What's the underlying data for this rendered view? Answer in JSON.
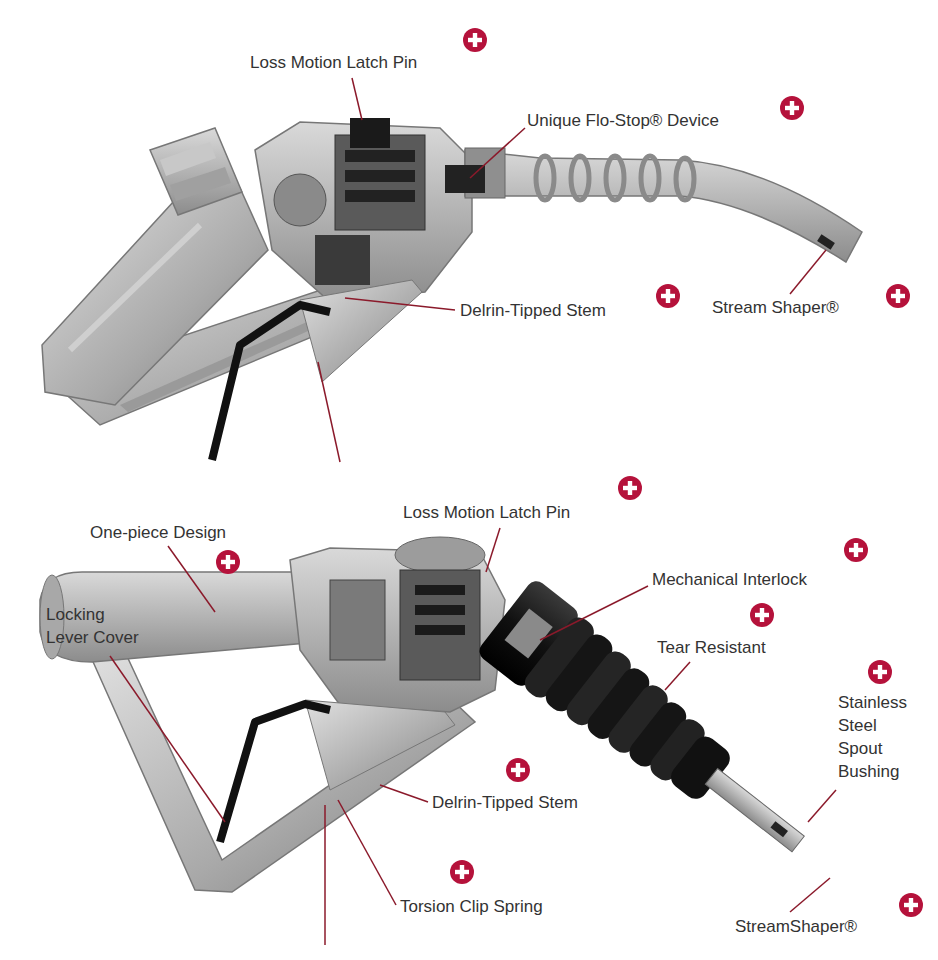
{
  "diagram": {
    "labels": [
      "Loss Motion Latch Pin",
      "Unique Flo-Stop® Device",
      "Delrin-Tipped Stem",
      "Stream Shaper®",
      "Loss Motion Latch Pin",
      "One-piece Design",
      "Mechanical Interlock",
      "Locking Lever Cover",
      "Tear Resistant",
      "Stainless Steel Spout Bushing",
      "Delrin-Tipped Stem",
      "Torsion Clip Spring",
      "StreamShaper®"
    ]
  }
}
